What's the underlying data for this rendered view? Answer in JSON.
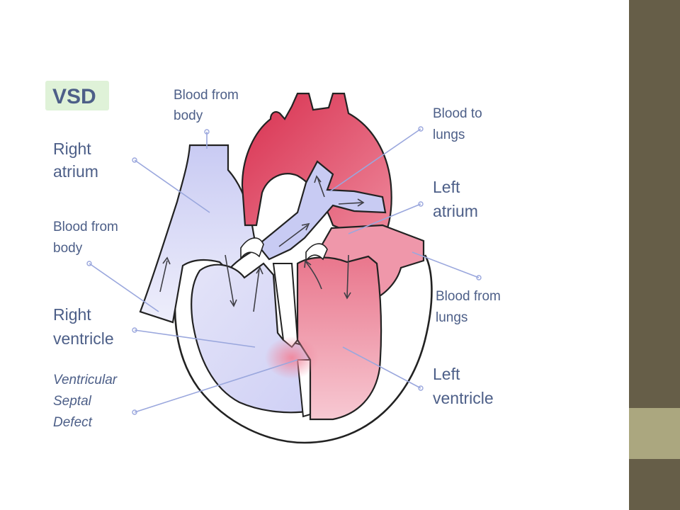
{
  "title": "VSD",
  "labels": {
    "blood_from_body_top": [
      "Blood from",
      "body"
    ],
    "right_atrium": [
      "Right",
      "atrium"
    ],
    "blood_from_body_left": [
      "Blood from",
      "body"
    ],
    "right_ventricle": [
      "Right",
      "ventricle"
    ],
    "vsd": [
      "Ventricular",
      "Septal",
      "Defect"
    ],
    "blood_to_lungs": [
      "Blood to",
      "lungs"
    ],
    "left_atrium": [
      "Left",
      "atrium"
    ],
    "blood_from_lungs": [
      "Blood from",
      "lungs"
    ],
    "left_ventricle": [
      "Left",
      "ventricle"
    ]
  },
  "colors": {
    "blue_chamber": "#d5d6f6",
    "red_chamber": "#e2485f",
    "pink_chamber": "#f0a0b0",
    "label_text": "#4d5f88",
    "title_badge": "#dff2d8",
    "sidebar_dark": "#665e48",
    "sidebar_accent": "#aba77f"
  }
}
